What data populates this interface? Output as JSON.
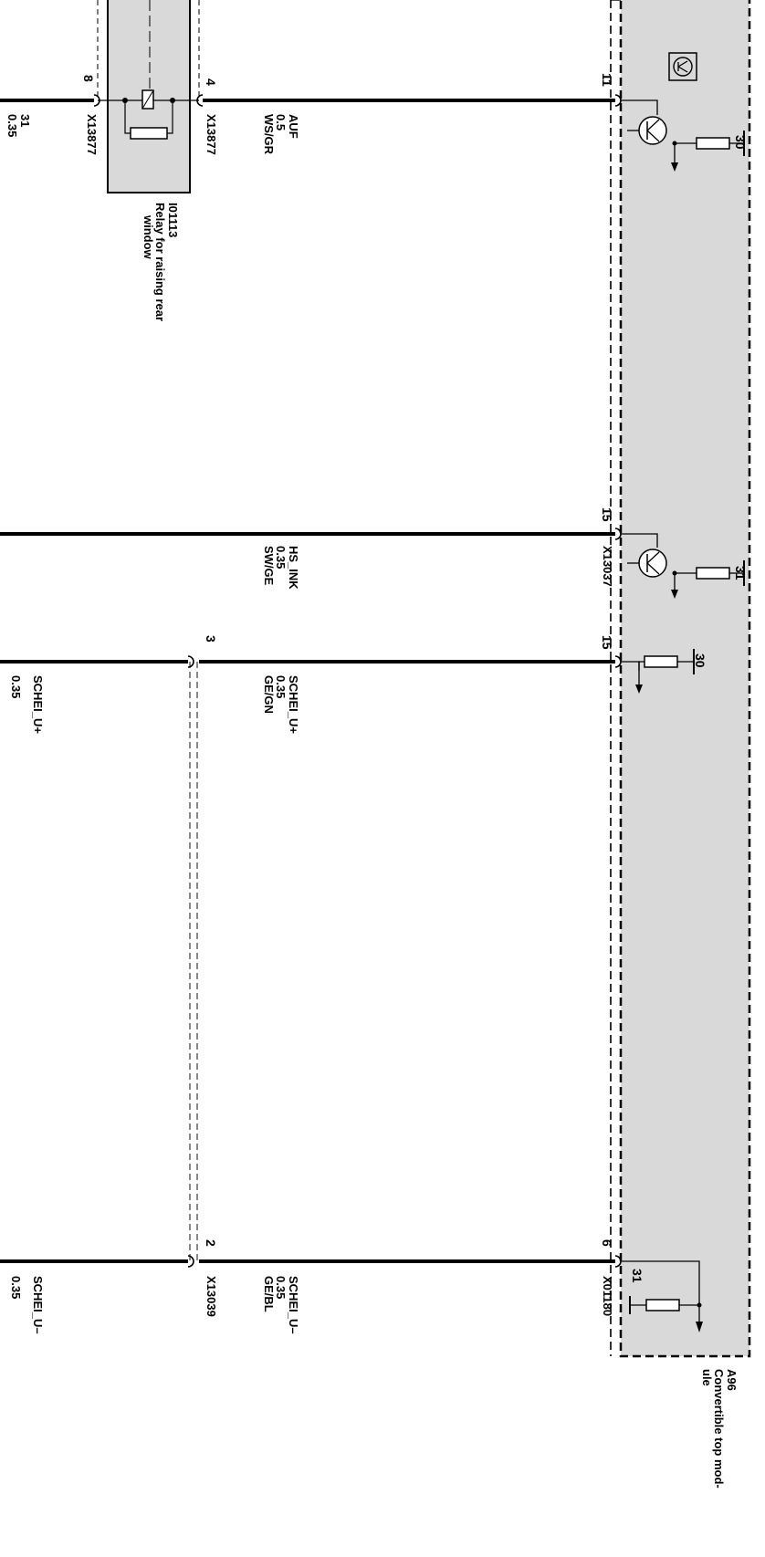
{
  "relay": {
    "id": "I01113",
    "name_line1": "Relay for raising rear",
    "name_line2": "window",
    "connector": "X13877",
    "pin_left": "8",
    "pin_right": "4"
  },
  "module": {
    "id": "A96",
    "name_line1": "Convertible top mod-",
    "name_line2": "ule",
    "terminal_30a": "30",
    "terminal_31a": "31",
    "terminal_30b": "30",
    "terminal_31b": "31"
  },
  "connectors": {
    "x13037": "X13037",
    "x13039": "X13039",
    "x01180": "X01180"
  },
  "pins": {
    "p11": "11",
    "p15a": "15",
    "p15b": "15",
    "p3": "3",
    "p2": "2",
    "p6": "6"
  },
  "wires": {
    "ground": {
      "name": "31",
      "size": "0.35"
    },
    "auf": {
      "name": "AUF",
      "size": "0.5",
      "color": "WS/GR"
    },
    "hs_ink": {
      "name": "HS_INK",
      "size": "0.35",
      "color": "SW/GE"
    },
    "schei_up_module": {
      "name": "SCHEI_U+",
      "size": "0.35",
      "color": "GE/GN"
    },
    "schei_up_left": {
      "name": "SCHEI_U+",
      "size": "0.35"
    },
    "schei_um_module": {
      "name": "SCHEI_U–",
      "size": "0.35",
      "color": "GE/BL"
    },
    "schei_um_left": {
      "name": "SCHEI_U–",
      "size": "0.35"
    }
  }
}
